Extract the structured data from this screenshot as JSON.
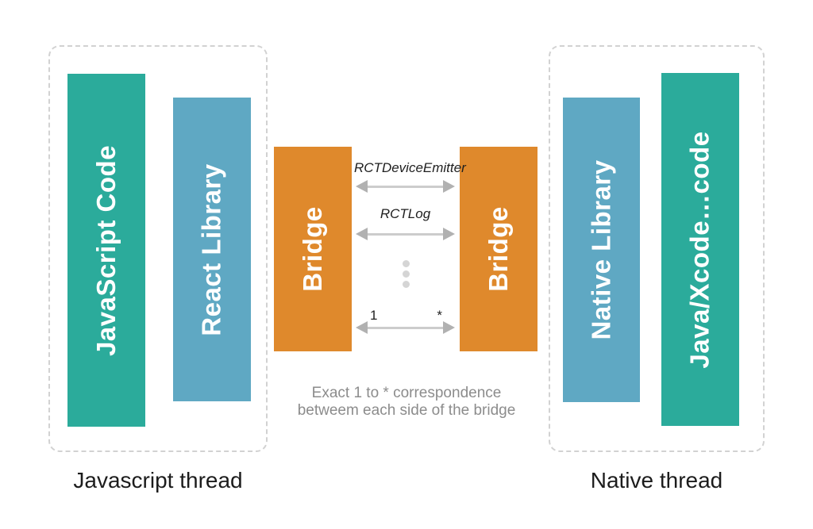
{
  "threads": {
    "js": {
      "label": "Javascript thread"
    },
    "native": {
      "label": "Native thread"
    }
  },
  "bars": {
    "javascript_code": {
      "label": "JavaScript Code",
      "color": "#2bab9b"
    },
    "react_library": {
      "label": "React Library",
      "color": "#5fa8c3"
    },
    "bridge_left": {
      "label": "Bridge",
      "color": "#df892c"
    },
    "bridge_right": {
      "label": "Bridge",
      "color": "#df892c"
    },
    "native_library": {
      "label": "Native Library",
      "color": "#5fa8c3"
    },
    "java_xcode": {
      "label": "Java/Xcode…code",
      "color": "#2bab9b"
    }
  },
  "bridge_links": {
    "link1_label": "RCTDeviceEmitter",
    "link2_label": "RCTLog",
    "link3_left": "1",
    "link3_right": "*"
  },
  "caption": {
    "line1": "Exact 1 to * correspondence",
    "line2": "betweem each side of the bridge"
  },
  "colors": {
    "teal": "#2bab9b",
    "blue": "#5fa8c3",
    "orange": "#df892c",
    "arrow_head": "#b1b1b1",
    "arrow_line": "#cccccc",
    "dashed_border": "#d2d2d2",
    "caption_text": "#8c8c8c",
    "thread_text": "#1c1c1c"
  }
}
